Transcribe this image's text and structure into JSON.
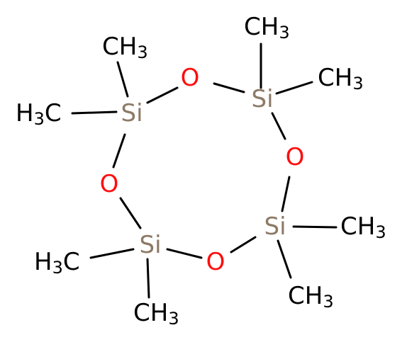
{
  "colors": {
    "background": "#ffffff",
    "bond": "#000000",
    "carbon": "#000000",
    "oxygen": "#ff0d0d",
    "silicon": "#8c7a66"
  },
  "atoms": {
    "si_top_left": {
      "element": "Si",
      "text": "Si"
    },
    "si_top_right": {
      "element": "Si",
      "text": "Si"
    },
    "si_bottom_right": {
      "element": "Si",
      "text": "Si"
    },
    "si_bottom_left": {
      "element": "Si",
      "text": "Si"
    },
    "o_top": {
      "element": "O",
      "text": "O"
    },
    "o_right": {
      "element": "O",
      "text": "O"
    },
    "o_bottom": {
      "element": "O",
      "text": "O"
    },
    "o_left": {
      "element": "O",
      "text": "O"
    },
    "ch3_1": {
      "element": "C",
      "text": "CH",
      "sub": "3"
    },
    "ch3_2": {
      "element": "C",
      "text": "CH",
      "sub": "3"
    },
    "ch3_3": {
      "element": "C",
      "text": "CH",
      "sub": "3"
    },
    "ch3_4": {
      "element": "C",
      "text": "CH",
      "sub": "3"
    },
    "ch3_5": {
      "element": "C",
      "text": "CH",
      "sub": "3"
    },
    "ch3_6": {
      "element": "C",
      "text": "CH",
      "sub": "3"
    },
    "h3c_1": {
      "element": "C",
      "prefix": "H",
      "sub": "3",
      "text": "C"
    },
    "h3c_2": {
      "element": "C",
      "prefix": "H",
      "sub": "3",
      "text": "C"
    }
  }
}
